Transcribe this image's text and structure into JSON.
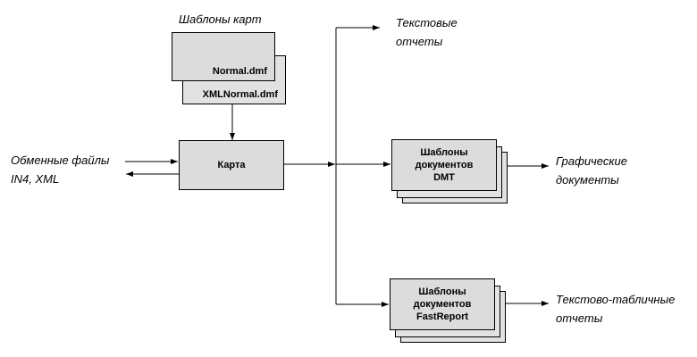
{
  "templates": {
    "title": "Шаблоны карт",
    "normal": "Normal.dmf",
    "xml_normal": "XMLNormal.dmf"
  },
  "map": {
    "label": "Карта"
  },
  "exchange": {
    "line1": "Обменные файлы",
    "line2": "IN4, XML"
  },
  "text_reports": {
    "line1": "Текстовые",
    "line2": "отчеты"
  },
  "dmt": {
    "lines": [
      "Шаблоны",
      "документов",
      "DMT"
    ],
    "output_line1": "Графические",
    "output_line2": "документы"
  },
  "fastreport": {
    "lines": [
      "Шаблоны",
      "документов",
      "FastReport"
    ],
    "output_line1": "Текстово-табличные",
    "output_line2": "отчеты"
  }
}
